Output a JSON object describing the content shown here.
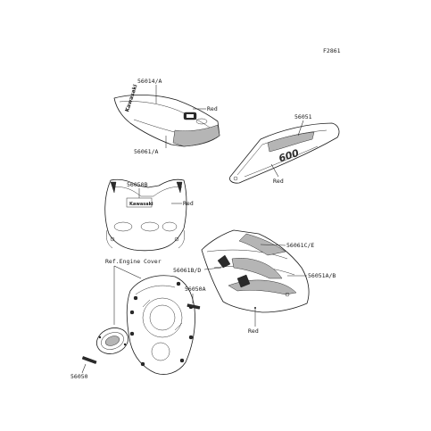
{
  "diagram_code": "F2861",
  "labels": {
    "p56014a": "56014/A",
    "p56061a": "56061/A",
    "red_tank": "Red",
    "p56051": "56051",
    "red_side": "Red",
    "p56050b": "56050B",
    "red_fairing": "Red",
    "ref_engine_cover": "Ref.Engine Cover",
    "p56061ce": "56061C/E",
    "p56061bd": "56061B/D",
    "p56051ab": "56051A/B",
    "p56050a": "56050A",
    "red_lower": "Red",
    "p56050": "56050"
  },
  "decal_text": {
    "tank_brand": "Kawasaki",
    "fairing_brand": "Kawasaki",
    "side_model": "600"
  }
}
